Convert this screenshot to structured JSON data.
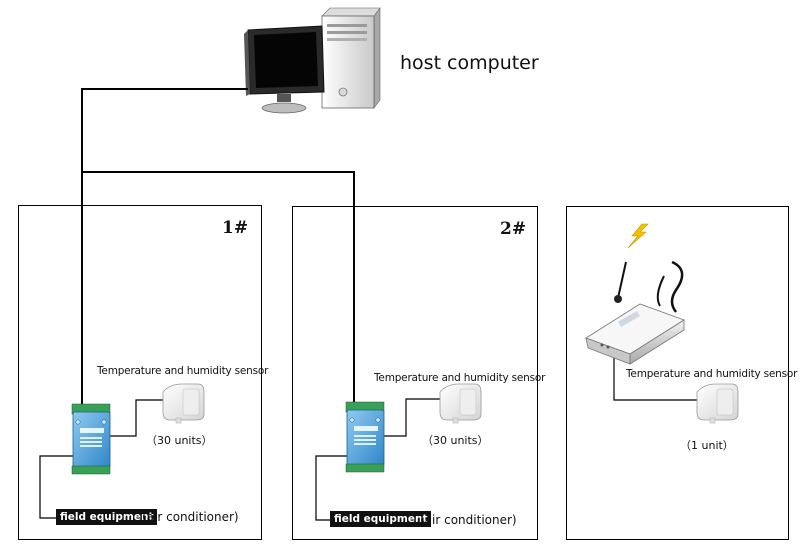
{
  "host": {
    "label": "host computer"
  },
  "panels": [
    {
      "number": "1#",
      "sensor_label": "Temperature and humidity sensor",
      "units": "（30 units）",
      "field_label": "field equipment",
      "aircon_label": "(air conditioner)"
    },
    {
      "number": "2#",
      "sensor_label": "Temperature and humidity sensor",
      "units": "（30 units）",
      "field_label": "field equipment",
      "aircon_label": "(air conditioner)"
    },
    {
      "sensor_label": "Temperature and humidity sensor",
      "units": "（1 unit）"
    }
  ],
  "colors": {
    "module_blue": "#4a9ed8",
    "line": "#000000",
    "lightning": "#f2c100"
  }
}
